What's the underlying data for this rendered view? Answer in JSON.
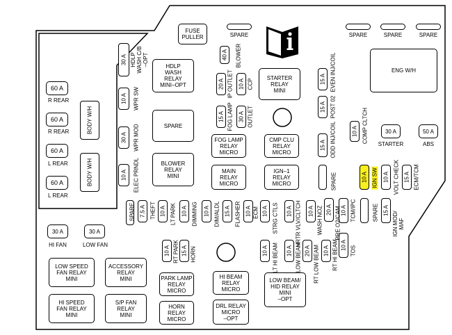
{
  "diagram": {
    "title_icon": "info-book-icon",
    "highlight_color": "#f7ef1f",
    "fuse_puller": "FUSE\nPULLER",
    "spare": "SPARE",
    "left": {
      "r_rear_1_amp": "60 A",
      "r_rear_1_label": "R REAR",
      "r_rear_2_amp": "60 A",
      "r_rear_2_label": "R REAR",
      "l_rear_1_amp": "60 A",
      "l_rear_1_label": "L REAR",
      "l_rear_2_amp": "60 A",
      "l_rear_2_label": "L REAR",
      "body_wh_1": "BODY W/H",
      "body_wh_2": "BODY W/H"
    },
    "col1": {
      "hdlp_wash_amp": "30 A",
      "hdlp_wash_label": "HDLP\nWASH C/B\n–OPT",
      "wpr_sw_amp": "10 A",
      "wpr_sw_label": "WPR SW",
      "wpr_mod_amp": "30 A",
      "wpr_mod_label": "WPR MOD",
      "elec_prndl_amp": "10 A",
      "elec_prndl_label": "ELEC PRNDL"
    },
    "relays": {
      "hdlp_wash": "HDLP\nWASH\nRELAY\nMINI–OPT",
      "spare_relay": "SPARE",
      "blower_relay": "BLOWER\nRELAY\nMINI",
      "fog_lamp_relay": "FOG LAMP\nRELAY\nMICRO",
      "main_relay": "MAIN\nRELAY\nMICRO",
      "starter_relay": "STARTER\nRELAY\nMINI",
      "cmp_clu_relay": "CMP CLU\nRELAY\nMICRO",
      "ign1_relay": "IGN–1\nRELAY\nMICRO",
      "eng_wh": "ENG W/H",
      "low_speed_fan": "LOW SPEED\nFAN RELAY\nMINI",
      "hi_speed_fan": "HI SPEED\nFAN RELAY\nMINI",
      "accessory_relay": "ACCESSORY\nRELAY\nMINI",
      "sp_fan_relay": "S/P FAN\nRELAY\nMINI",
      "park_lamp_relay": "PARK LAMP\nRELAY\nMICRO",
      "horn_relay": "HORN\nRELAY\nMICRO",
      "hi_beam_relay": "HI BEAM\nRELAY\nMICRO",
      "drl_relay": "DRL RELAY\nMICRO\n–OPT",
      "low_beam_relay": "LOW BEAM/\nHID RELAY\nMINI\n–OPT"
    },
    "center": {
      "blower_amp": "40 A",
      "blower_label": "BLOWER",
      "ip_outlet_amp": "20 A",
      "ip_outlet_label": "IP OUTLET",
      "ccp_amp": "10 A",
      "ccp_label": "CCP",
      "fog_lamp_amp": "15 A",
      "fog_lamp_label": "FOG LAMP",
      "outlet_amp": "30 A",
      "outlet_label": "OUTLET"
    },
    "right": {
      "even_inj_amp": "15 A",
      "even_inj_label": "EVEN INJ/COIL",
      "post_o2_amp": "15 A",
      "post_o2_label": "POST 02",
      "odd_inj_amp": "15 A",
      "odd_inj_label": "ODD INJ/COIL",
      "comp_clth_amp": "10 A",
      "comp_clth_label": "COMP CLTCH",
      "starter_amp": "30 A",
      "starter_label": "STARTER",
      "abs_amp": "50 A",
      "abs_label": "ABS",
      "ign_sw_amp": "10 A",
      "ign_sw_label": "IGN SW",
      "volt_check_amp": "10 A",
      "volt_check_label": "VOLT CHECK",
      "ecm_tcm_amp": "15 A",
      "ecm_tcm_label": "ECM/TCM",
      "tcm_ipc_amp": "10 A",
      "tcm_ipc_label": "TCM/IPC",
      "ign_mod_amp": "15 A",
      "ign_mod_label": "IGN MOD/\nMAF",
      "tos_amp": "10 A",
      "tos_label": "TOS"
    },
    "row": {
      "theft_amp": "7.5 A",
      "theft_label": "THEFT",
      "lt_park_amp": "10 A",
      "lt_park_label": "LT PARK",
      "dimming_amp": "10 A",
      "dimming_label": "DIMMING",
      "dim_ald_amp": "10 A",
      "dim_ald_label": "DIM/ALDL",
      "flasher_amp": "15 A",
      "flasher_label": "FLASHER",
      "ecm_amp": "10 A",
      "ecm_label": "ECM",
      "strg_ctls_amp": "10 A",
      "strg_ctls_label": "STRG CTLS",
      "hrtr_vlv_amp": "10 A",
      "hrtr_vlv_label": "HRTR VLV/CLTCH",
      "washnoz_amp": "10 A",
      "washnoz_label": "WASH NOZ",
      "pre_o2_amp": "20 A",
      "pre_o2_label": "PRE O2/CAM",
      "rt_park_amp": "10 A",
      "rt_park_label": "RT PARK",
      "horn_amp": "15 A",
      "horn_label": "HORN",
      "lt_hi_beam_amp": "10 A",
      "lt_hi_beam_label": "LT HI BEAM",
      "lt_low_beam_amp": "10 A",
      "lt_low_beam_label": "LT LOW BEAM",
      "rt_low_beam_amp": "20 A",
      "rt_low_beam_label": "RT LOW BEAM",
      "rt_hi_beam_amp": "10 A",
      "rt_hi_beam_label": "RT HI BEAM"
    },
    "fans": {
      "hi_fan_amp": "30 A",
      "hi_fan_label": "HI FAN",
      "low_fan_amp": "30 A",
      "low_fan_label": "LOW FAN"
    }
  }
}
